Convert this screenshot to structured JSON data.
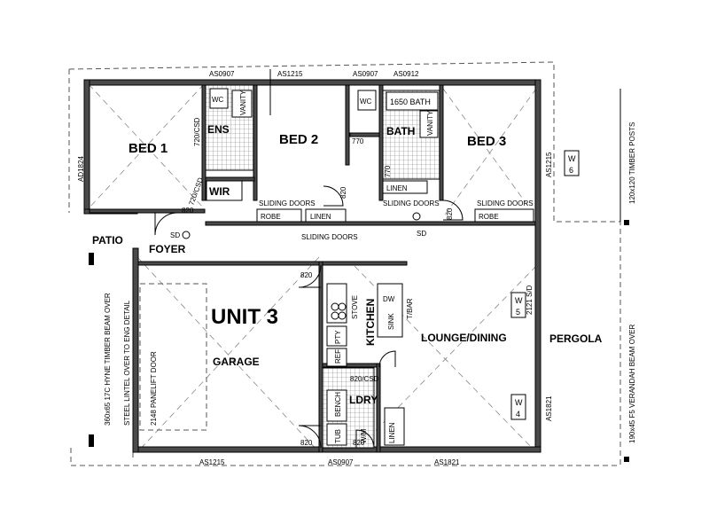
{
  "plan": {
    "unit_title": "UNIT 3",
    "rooms": {
      "bed1": "BED 1",
      "bed2": "BED 2",
      "bed3": "BED 3",
      "ens": "ENS",
      "bath": "BATH",
      "wir": "WIR",
      "patio": "PATIO",
      "foyer": "FOYER",
      "garage": "GARAGE",
      "kitchen": "KITCHEN",
      "lounge": "LOUNGE/DINING",
      "pergola": "PERGOLA",
      "ldry": "LDRY"
    },
    "windows_top": [
      "AS0907",
      "AS1215",
      "AS0907",
      "AS0912"
    ],
    "windows_bottom": [
      "AS1215",
      "AS0907",
      "AS1821"
    ],
    "window_left": "AD1824",
    "windows_right": [
      "AS1215",
      "AS1821"
    ],
    "doors": {
      "d720_bed1": "720/CSD",
      "d720_wir": "720/CSD",
      "d820_bed1": "820",
      "d820_bed2": "820",
      "d770_ens": "770",
      "d770_bath": "770",
      "d820_bed3": "820",
      "d820_garage": "820",
      "d820_garage_bottom": "820",
      "d820_ldry": "820/CSD",
      "d820_ldry_bottom": "820",
      "sliding_2121": "2121 S/D"
    },
    "fixtures": {
      "wc": "WC",
      "vanity": "VANITY",
      "bath_1650": "1650 BATH",
      "linen": "LINEN",
      "robe": "ROBE",
      "sliding_doors": "SLIDING DOORS",
      "sd": "SD",
      "stove": "STOVE",
      "pty": "PTY",
      "ref": "REF",
      "dw": "DW",
      "sink": "SINK",
      "tbar": "T/BAR",
      "bench": "BENCH",
      "tub": "TUB",
      "wm": "W/M"
    },
    "w_markers": [
      {
        "w": "W",
        "n": "6"
      },
      {
        "w": "W",
        "n": "5"
      },
      {
        "w": "W",
        "n": "4"
      }
    ],
    "annotations": {
      "timber_posts": "120x120 TIMBER POSTS",
      "verandah_beam": "190x45 F5 VERANDAH BEAM OVER",
      "hyne_beam": "360x65 17C HYNE TIMBER BEAM OVER",
      "steel_lintel": "STEEL LINTEL OVER TO ENG DETAIL",
      "panelift": "2148 PANELIFT DOOR"
    }
  }
}
